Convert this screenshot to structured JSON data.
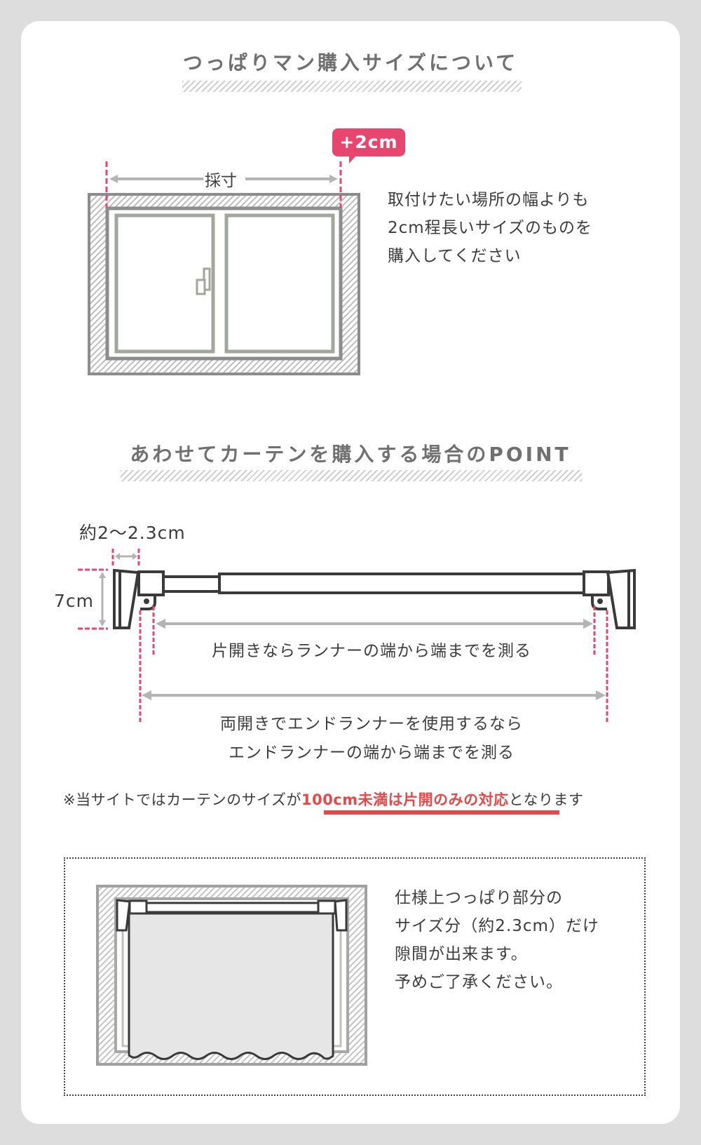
{
  "colors": {
    "accent_pink": "#E9466F",
    "highlight_red": "#E84747",
    "title_gray": "#707070",
    "line_dark": "#3a3a3a",
    "frame_gray": "#8c8c8c",
    "sash_gray": "#a2a69c",
    "arrow_gray": "#b4b4b4",
    "background": "#dddddd"
  },
  "section1": {
    "title": "つっぱりマン購入サイズについて",
    "badge": "+2cm",
    "measure_label": "採寸",
    "description_lines": [
      "取付けたい場所の幅よりも",
      "2cm程長いサイズのものを",
      "購入してください"
    ]
  },
  "section2": {
    "title": "あわせてカーテンを購入する場合のPOINT",
    "gap_label": "約2～2.3cm",
    "height_label": "7cm",
    "single_open_label": "片開きならランナーの端から端までを測る",
    "double_open_lines": [
      "両開きでエンドランナーを使用するなら",
      "エンドランナーの端から端までを測る"
    ],
    "note": {
      "prefix": "※当サイトではカーテンのサイズが",
      "highlight": "100cm未満は片開のみの対応",
      "suffix": "となります"
    }
  },
  "section3": {
    "description_lines": [
      "仕様上つっぱり部分の",
      "サイズ分（約2.3cm）だけ",
      "隙間が出来ます。",
      "予めご了承ください。"
    ]
  }
}
